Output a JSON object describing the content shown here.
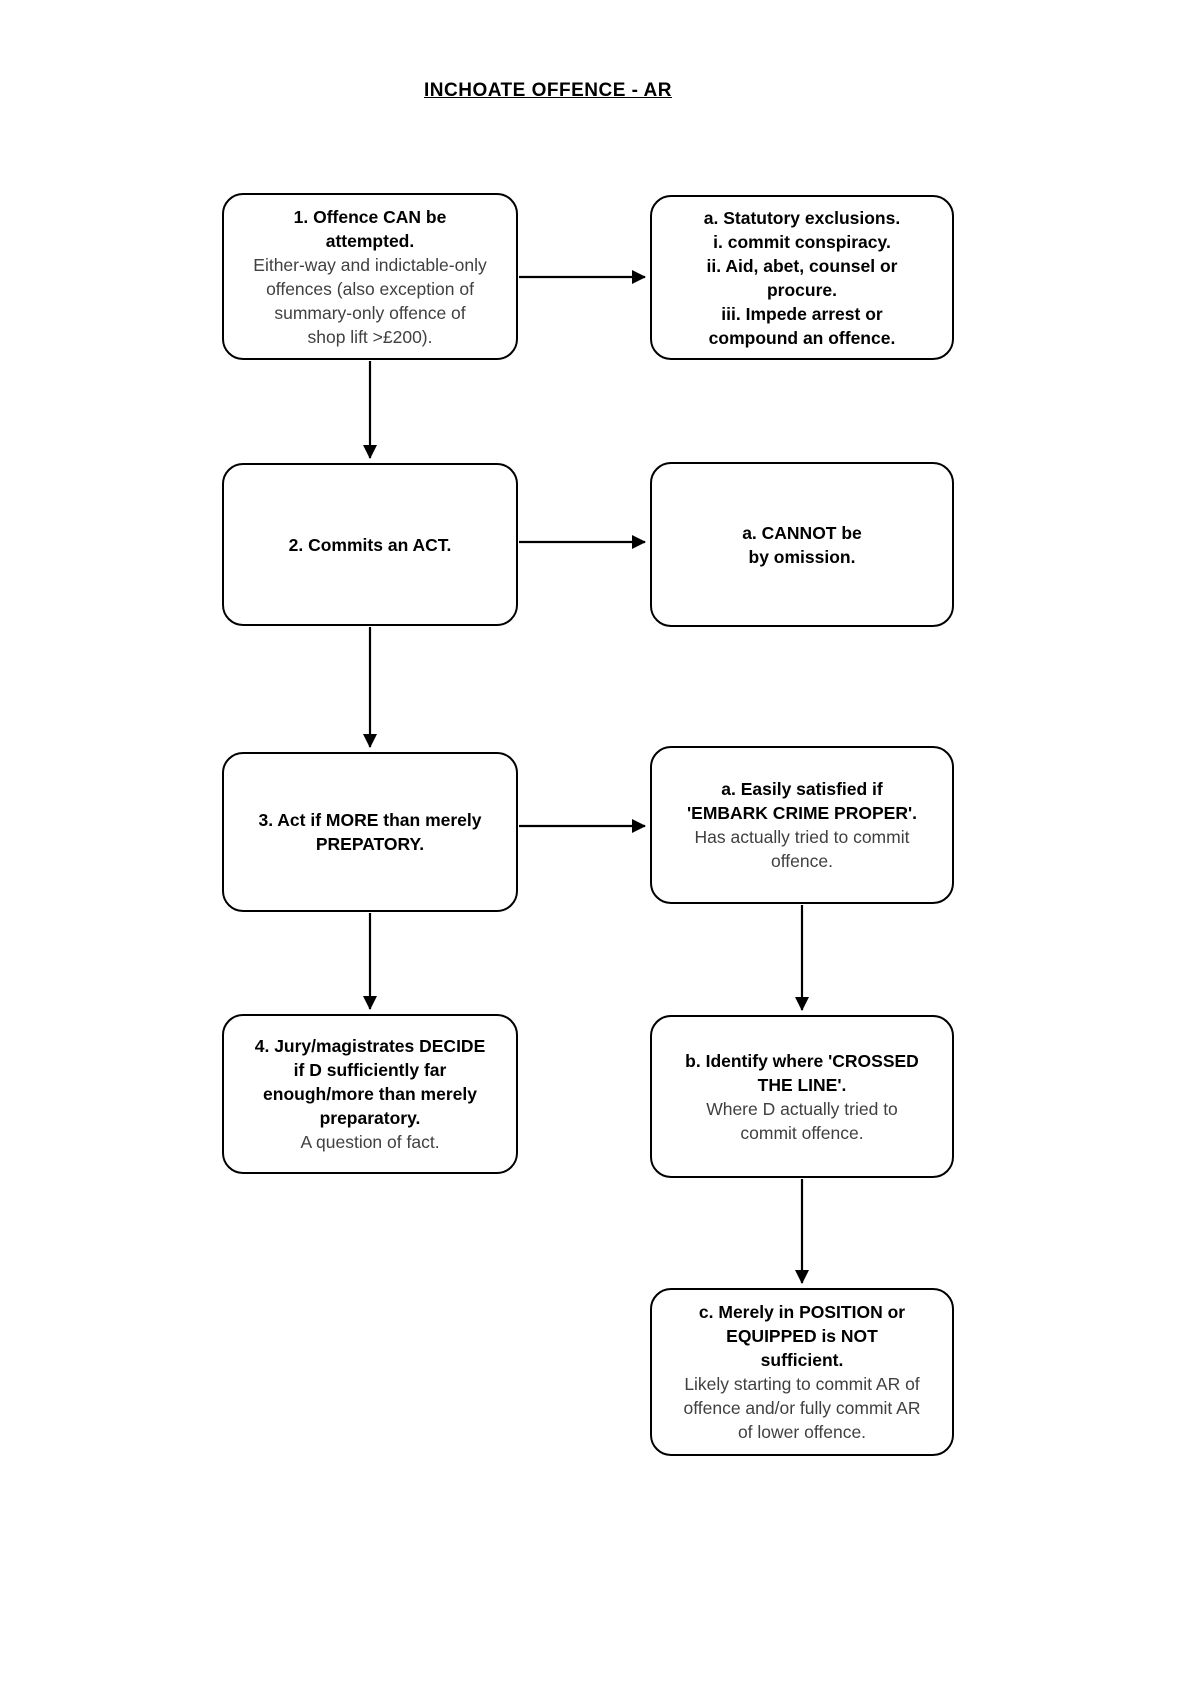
{
  "title": "INCHOATE OFFENCE - AR",
  "boxes": {
    "b1": {
      "bold_lines": [
        "1. Offence CAN be",
        "attempted."
      ],
      "body_lines": [
        "Either-way and indictable-only",
        "offences (also exception of",
        "summary-only offence of",
        "shop lift >£200)."
      ]
    },
    "b1a": {
      "bold_lines": [
        "a. Statutory exclusions.",
        "i. commit conspiracy.",
        "ii. Aid, abet, counsel or",
        "procure.",
        "iii. Impede arrest or",
        "compound an offence."
      ],
      "body_lines": []
    },
    "b2": {
      "bold_lines": [
        "2. Commits an ACT."
      ],
      "body_lines": []
    },
    "b2a": {
      "bold_lines": [
        "a. CANNOT be",
        "by omission."
      ],
      "body_lines": []
    },
    "b3": {
      "bold_lines": [
        "3. Act if MORE than merely",
        "PREPATORY."
      ],
      "body_lines": []
    },
    "b3a": {
      "bold_lines": [
        "a. Easily satisfied if",
        "'EMBARK CRIME PROPER'."
      ],
      "body_lines": [
        "Has actually tried to commit",
        "offence."
      ]
    },
    "b4": {
      "bold_lines": [
        "4. Jury/magistrates DECIDE",
        "if D sufficiently far",
        "enough/more than merely",
        "preparatory."
      ],
      "body_lines": [
        "A question of fact."
      ]
    },
    "bb": {
      "bold_lines": [
        "b. Identify where 'CROSSED",
        "THE LINE'."
      ],
      "body_lines": [
        "Where D actually tried to",
        "commit offence."
      ]
    },
    "bc": {
      "bold_lines": [
        "c. Merely in POSITION or",
        "EQUIPPED is NOT",
        "sufficient."
      ],
      "body_lines": [
        "Likely starting to commit AR of",
        "offence and/or fully commit AR",
        "of lower offence."
      ]
    }
  },
  "edges": [
    {
      "from": "b1",
      "to": "b1a"
    },
    {
      "from": "b1",
      "to": "b2"
    },
    {
      "from": "b2",
      "to": "b2a"
    },
    {
      "from": "b2",
      "to": "b3"
    },
    {
      "from": "b3",
      "to": "b3a"
    },
    {
      "from": "b3",
      "to": "b4"
    },
    {
      "from": "b3a",
      "to": "bb"
    },
    {
      "from": "bb",
      "to": "bc"
    }
  ],
  "colors": {
    "stroke": "#000000",
    "page_background": "#ffffff",
    "bold_text": "#000000",
    "body_text": "#404040"
  }
}
